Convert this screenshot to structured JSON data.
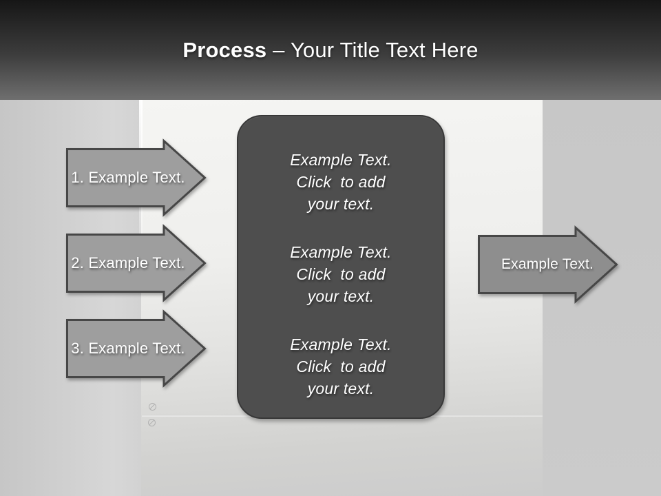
{
  "slide": {
    "header": {
      "title_emphasis": "Process",
      "title_rest": " – Your Title Text Here"
    },
    "left_arrows": [
      {
        "label": "1. Example Text."
      },
      {
        "label": "2. Example Text."
      },
      {
        "label": "3. Example Text."
      }
    ],
    "right_arrow": {
      "label": "Example Text."
    },
    "center_panel": {
      "paragraphs": [
        {
          "line1": "Example Text.",
          "line2": "Click  to add",
          "line3": "your text."
        },
        {
          "line1": "Example Text.",
          "line2": "Click  to add",
          "line3": "your text."
        },
        {
          "line1": "Example Text.",
          "line2": "Click  to add",
          "line3": "your text."
        }
      ]
    },
    "colors": {
      "header_gradient_top": "#161616",
      "header_gradient_bottom": "#6f6f6f",
      "left_arrow_fill": "#9e9e9e",
      "right_arrow_fill": "#8e8e8e",
      "arrow_border": "#474747",
      "center_panel_fill": "#4e4e4e",
      "center_panel_border": "#383838",
      "text": "#ffffff"
    }
  }
}
